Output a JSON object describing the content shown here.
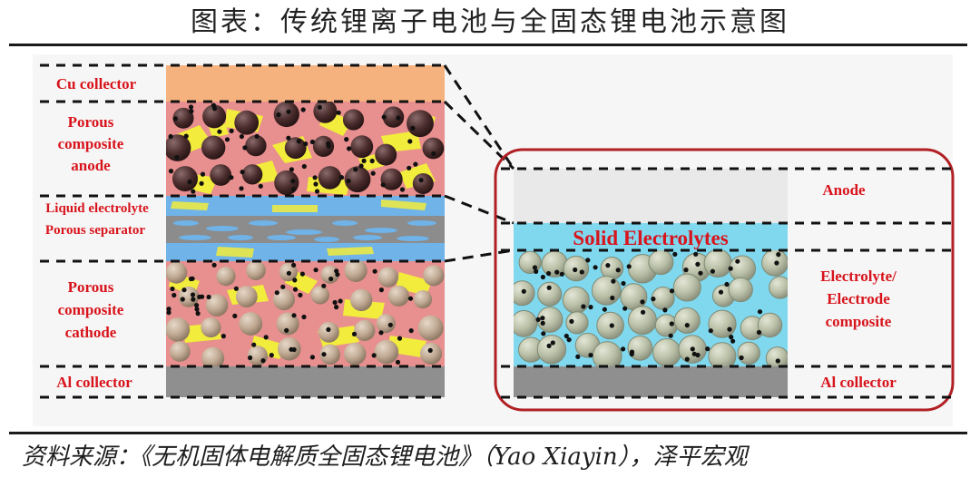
{
  "title": "图表：传统锂离子电池与全固态锂电池示意图",
  "source": "资料来源：《无机固体电解质全固态锂电池》（Yao Xiayin），泽平宏观",
  "left_labels": {
    "cu_collector": "Cu collector",
    "anode_1": "Porous",
    "anode_2": "composite",
    "anode_3": "anode",
    "liquid_electrolyte": "Liquid electrolyte",
    "porous_separator": "Porous separator",
    "cathode_1": "Porous",
    "cathode_2": "composite",
    "cathode_3": "cathode",
    "al_collector": "Al collector"
  },
  "right_labels": {
    "solid_electrolytes": "Solid Electrolytes",
    "anode": "Anode",
    "composite_1": "Electrolyte/",
    "composite_2": "Electrode",
    "composite_3": "composite",
    "al_collector": "Al collector"
  },
  "colors": {
    "label_red": "#d8141c",
    "cu_layer": "#f6b27e",
    "anode_bg": "#e88f8f",
    "binder_yellow": "#f2ec3c",
    "anode_particle": "#4a2c2c",
    "liquid_blue": "#6fb3e8",
    "separator_gray": "#8c8c8c",
    "cathode_particle": "#bfa892",
    "al_gray": "#8f8f8f",
    "solid_cyan": "#80d8ef",
    "solid_particle": "#b9bfa6",
    "frame_red": "#b02024"
  }
}
